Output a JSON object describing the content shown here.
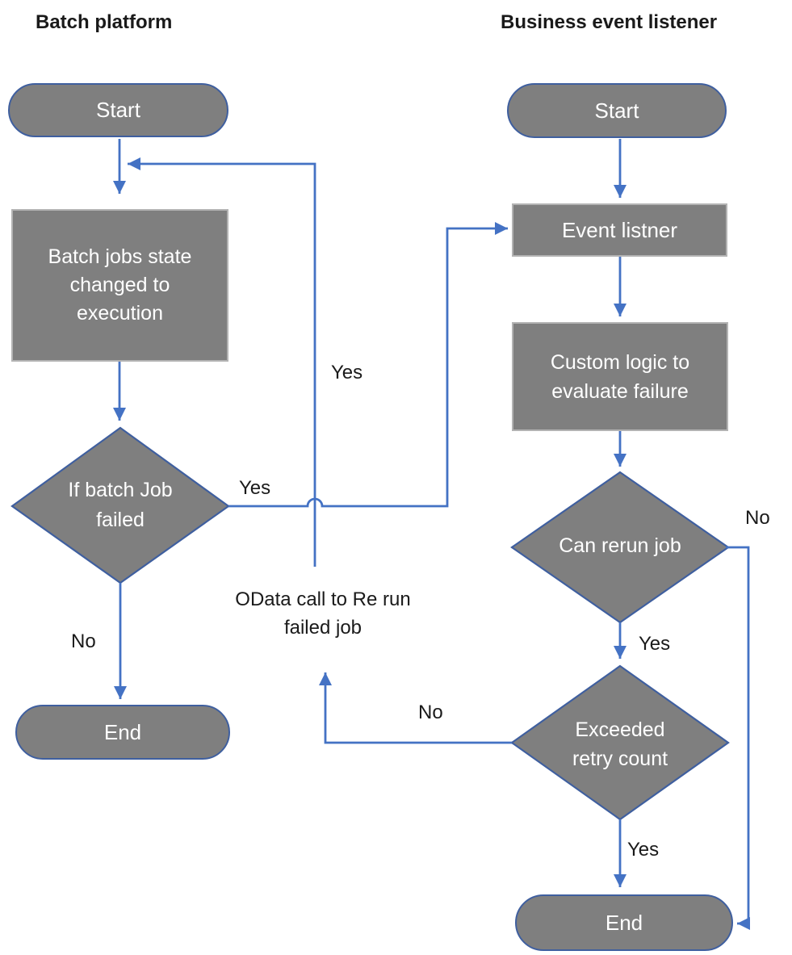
{
  "colors": {
    "shape_fill": "#7f7f7f",
    "shape_border": "#3f5f9f",
    "rect_border": "#b3b3b3",
    "connector": "#4472c4",
    "text_on_shape": "#ffffff",
    "label_text": "#1a1a1a"
  },
  "batch": {
    "title": "Batch platform",
    "start_label": "Start",
    "process_label": "Batch jobs state\nchanged to\nexecution",
    "decision_label": "If batch Job\nfailed",
    "decision_yes": "Yes",
    "decision_no": "No",
    "end_label": "End"
  },
  "listener": {
    "title": "Business event listener",
    "start_label": "Start",
    "event_listener_label": "Event listner",
    "custom_logic_label": "Custom logic to\nevaluate failure",
    "rerun_decision_label": "Can rerun job",
    "rerun_no": "No",
    "rerun_yes": "Yes",
    "retry_decision_label": "Exceeded\nretry count",
    "retry_no": "No",
    "retry_yes": "Yes",
    "end_label": "End"
  },
  "middle": {
    "loop_yes": "Yes",
    "odata_note": "OData call to Re run\nfailed job"
  }
}
